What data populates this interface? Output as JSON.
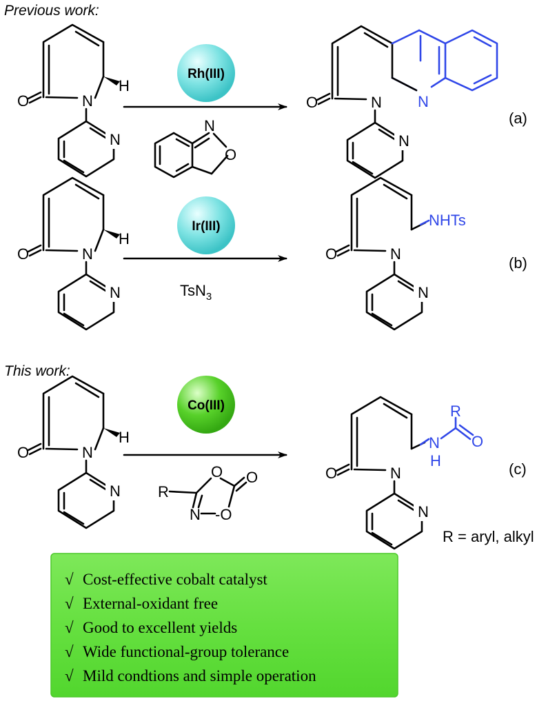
{
  "headings": {
    "previous": "Previous work:",
    "current": "This work:"
  },
  "reactions": [
    {
      "catalyst": "Rh(III)",
      "label": "(a)",
      "reagent_note": "",
      "ball_color": "#7ee3e3"
    },
    {
      "catalyst": "Ir(III)",
      "label": "(b)",
      "reagent_note": "TsN3",
      "ball_color": "#7ee3e3"
    },
    {
      "catalyst": "Co(III)",
      "label": "(c)",
      "reagent_note": "",
      "ball_color": "#58d12a"
    }
  ],
  "atoms": {
    "oxygen": "O",
    "nitrogen": "N",
    "hydrogen": "H",
    "r_group": "R",
    "nhts": "NHTs"
  },
  "r_definition": "R = aryl, alkyl",
  "features": {
    "check": "√",
    "items": [
      "Cost-effective cobalt catalyst",
      "External-oxidant free",
      "Good to excellent yields",
      "Wide functional-group tolerance",
      "Mild condtions and simple operation"
    ]
  },
  "colors": {
    "product_highlight": "#2f46e8",
    "feature_box": "#66e040"
  }
}
